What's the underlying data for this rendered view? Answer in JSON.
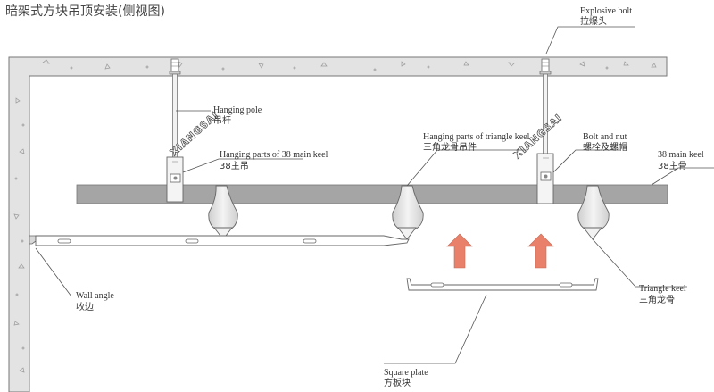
{
  "title": "暗架式方块吊顶安装(侧视图)",
  "watermark": "XIANGSAI",
  "labels": {
    "explosive_bolt_en": "Explosive bolt",
    "explosive_bolt_cn": "拉爆头",
    "hanging_pole_en": "Hanging pole",
    "hanging_pole_cn": "吊杆",
    "main_keel_hanger_en": "Hanging parts of 38 main keel",
    "main_keel_hanger_cn": "38主吊",
    "triangle_hanger_en": "Hanging parts of triangle keel",
    "triangle_hanger_cn": "三角龙骨吊件",
    "bolt_nut_en": "Bolt and nut",
    "bolt_nut_cn": "螺栓及螺帽",
    "main_keel_en": "38 main keel",
    "main_keel_cn": "38主骨",
    "wall_angle_en": "Wall angle",
    "wall_angle_cn": "收边",
    "triangle_keel_en": "Triangle keel",
    "triangle_keel_cn": "三角龙骨",
    "square_plate_en": "Square plate",
    "square_plate_cn": "方板块"
  },
  "colors": {
    "concrete": "#e3e3e3",
    "keel": "#a5a5a5",
    "arrow": "#e8806a",
    "line": "#555555"
  }
}
